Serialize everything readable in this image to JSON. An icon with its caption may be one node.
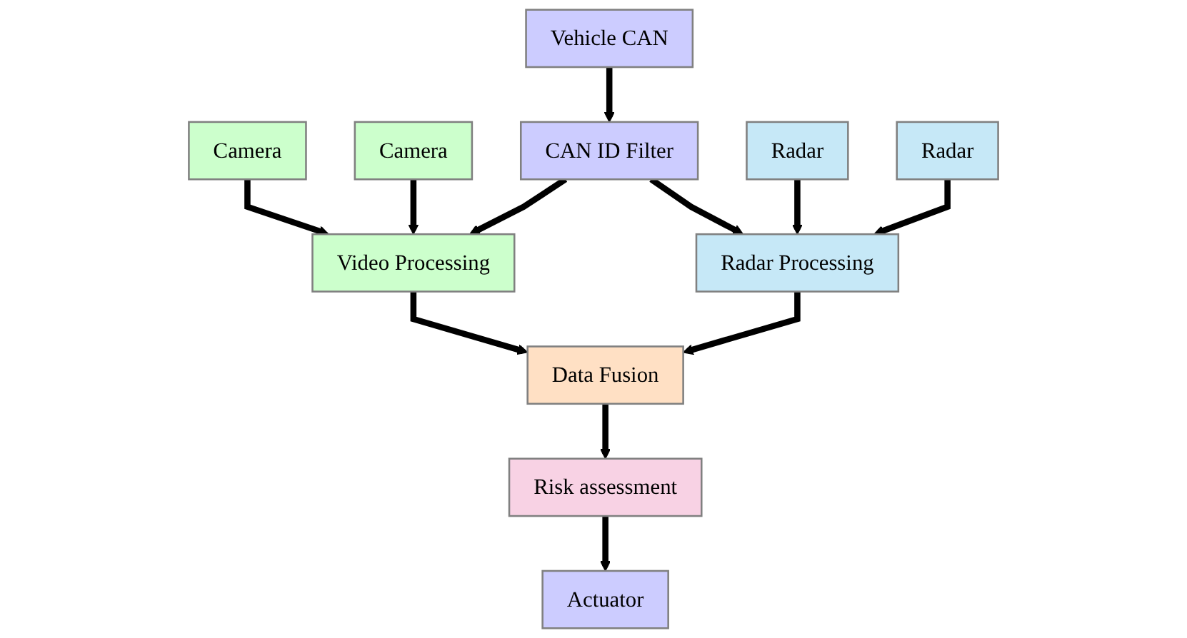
{
  "diagram": {
    "nodes": [
      {
        "text": [
          "Camera"
        ]
      },
      {
        "text": [
          "Camera"
        ]
      },
      {
        "text": [
          "Vehicle CAN"
        ]
      },
      {
        "text": [
          "Radar"
        ]
      },
      {
        "text": [
          "Radar"
        ]
      },
      {
        "text": [
          "CAN ID Filter"
        ]
      },
      {
        "text": [
          "Video Processing"
        ]
      },
      {
        "text": [
          "Data Fusion"
        ]
      },
      {
        "text": [
          "Radar Processing"
        ]
      },
      {
        "text": [
          "Risk assessment"
        ]
      },
      {
        "text": [
          "Actuator"
        ]
      }
    ],
    "edges": [
      {
        "from": 0,
        "to": 6,
        "arrow": "to"
      },
      {
        "from": 1,
        "to": 6,
        "arrow": "to"
      },
      {
        "from": 2,
        "to": 5,
        "arrow": "to"
      },
      {
        "from": 5,
        "to": 6,
        "arrow": "to"
      },
      {
        "from": 5,
        "to": 8,
        "arrow": "to"
      },
      {
        "from": 3,
        "to": 8,
        "arrow": "to"
      },
      {
        "from": 4,
        "to": 8,
        "arrow": "to"
      },
      {
        "from": 6,
        "to": 7,
        "arrow": "to"
      },
      {
        "from": 8,
        "to": 7,
        "arrow": "to"
      },
      {
        "from": 7,
        "to": 9,
        "arrow": "to"
      },
      {
        "from": 9,
        "to": 10,
        "arrow": "to"
      }
    ]
  }
}
